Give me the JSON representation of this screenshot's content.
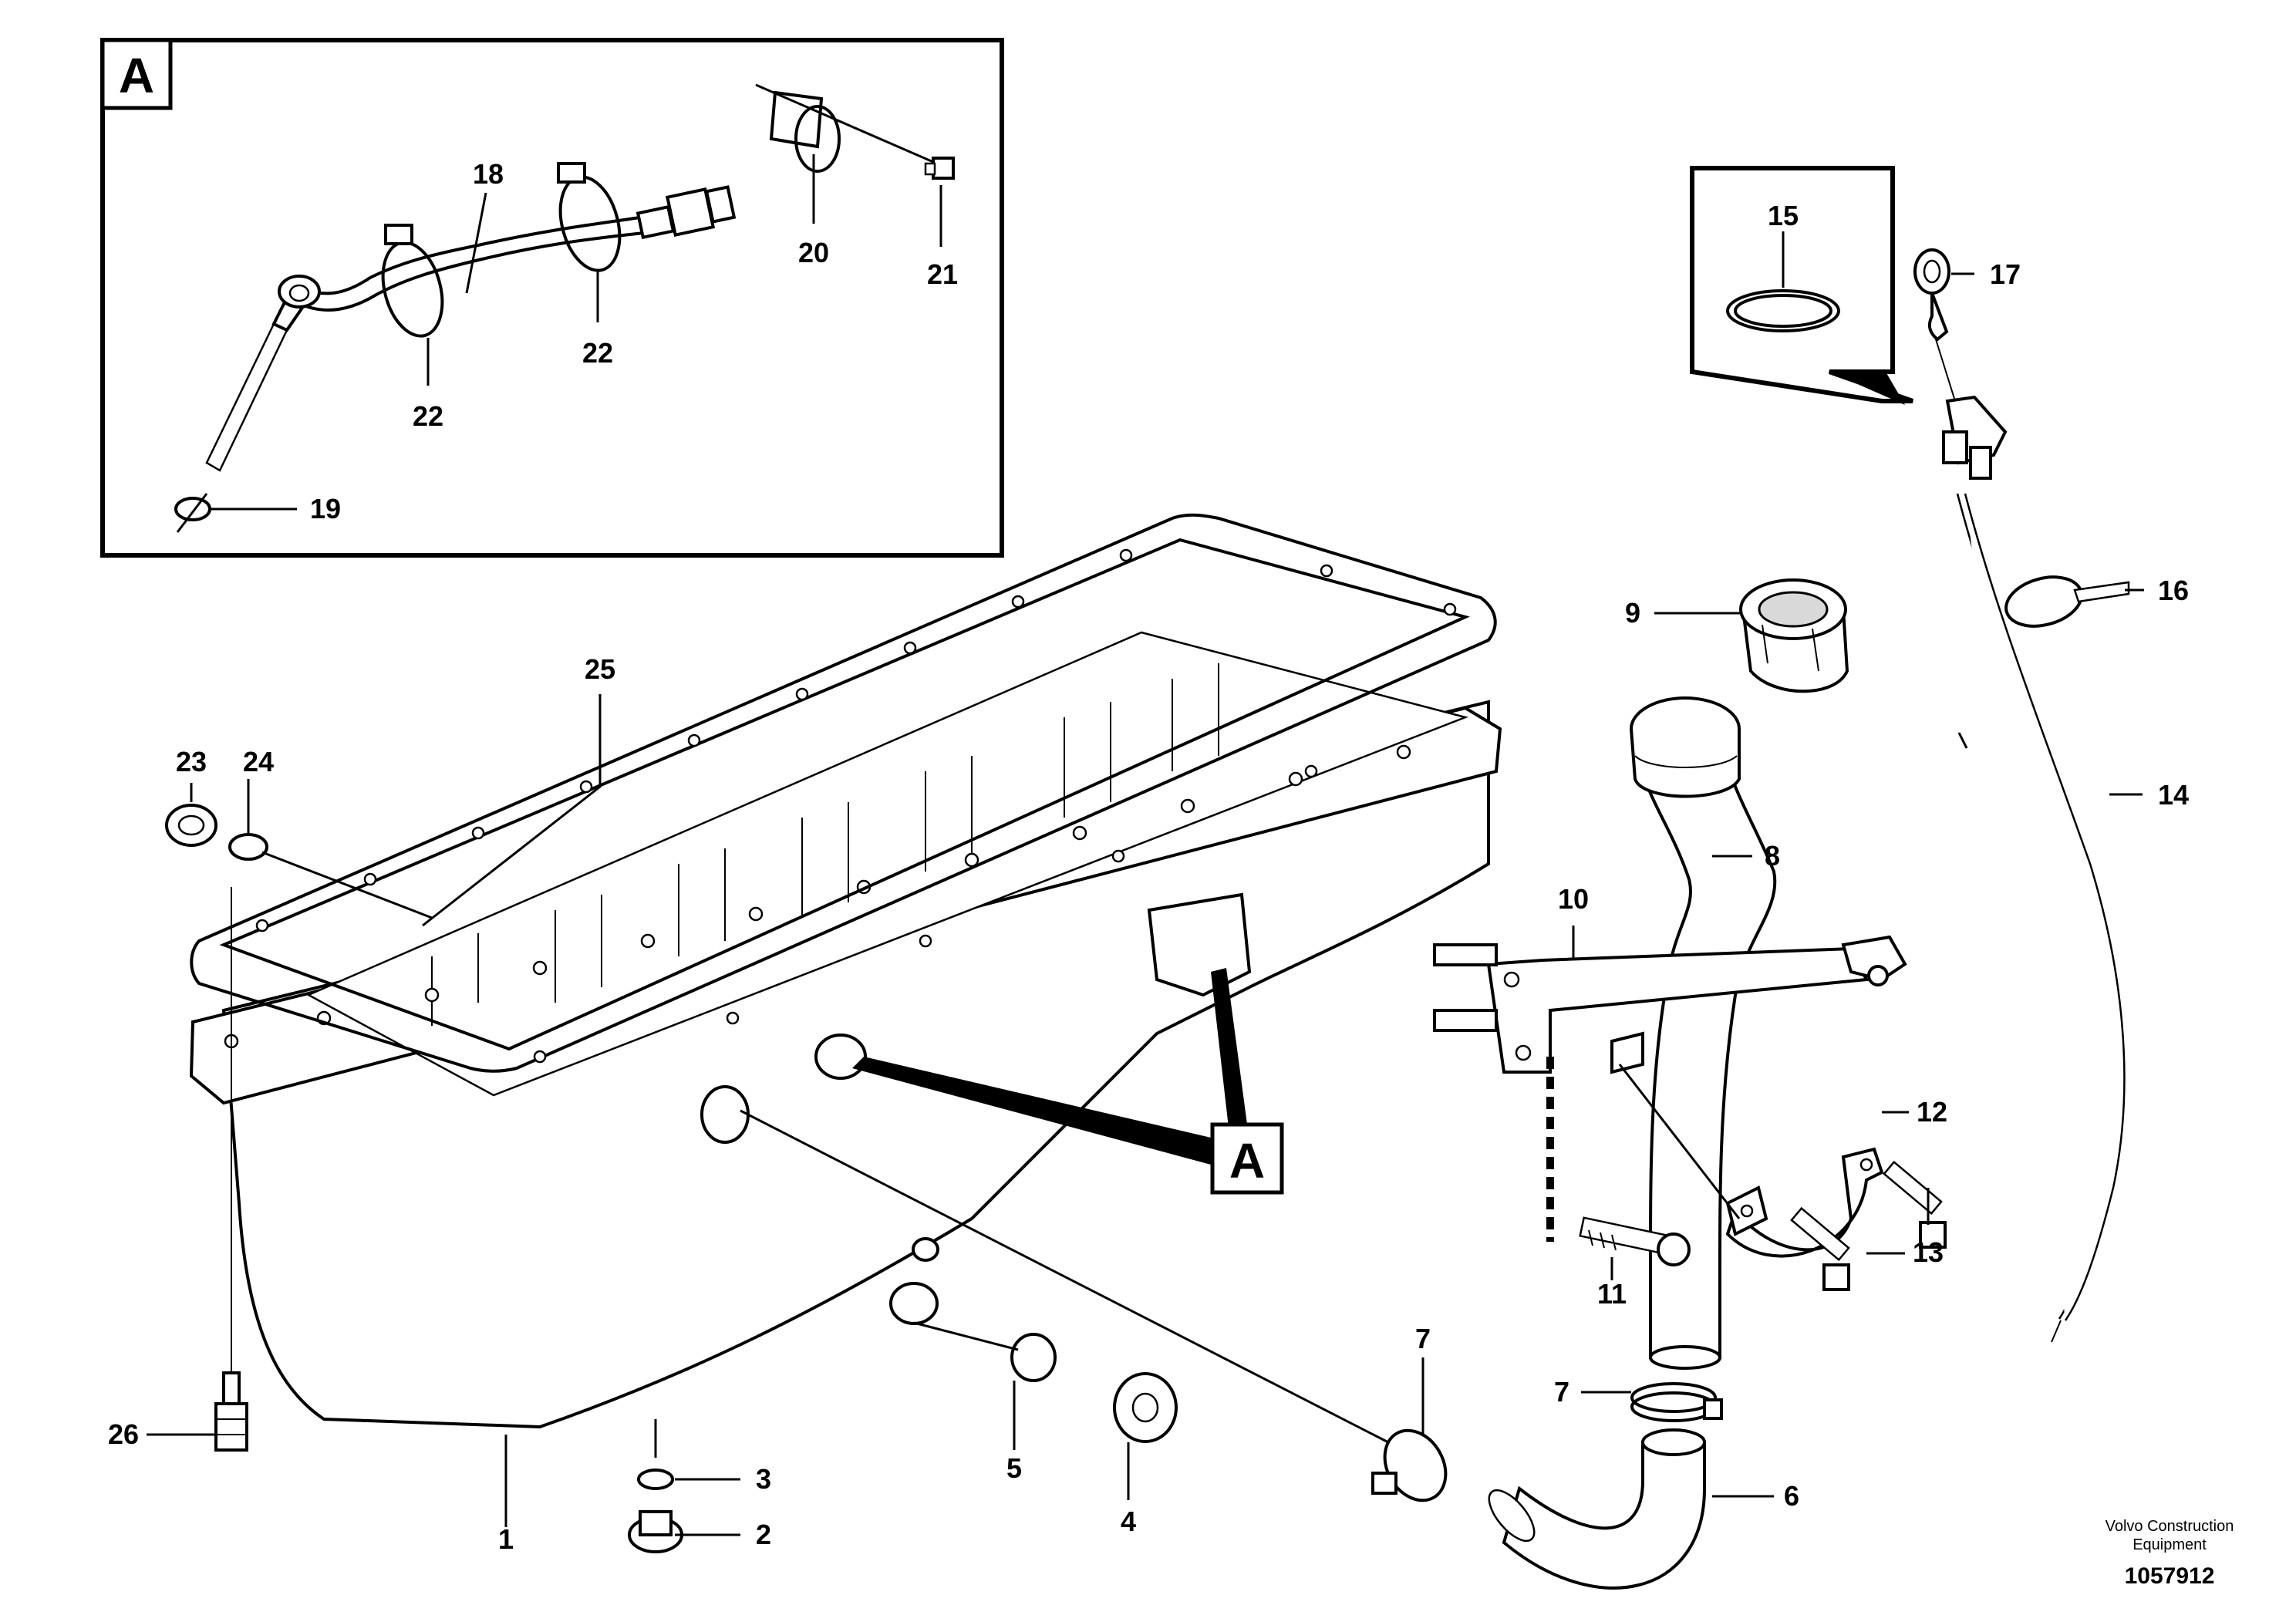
{
  "detail_view": {
    "tag": "A"
  },
  "ring_inset": {
    "callout": "15"
  },
  "section_marker": {
    "tag": "A"
  },
  "callouts": {
    "c1": "1",
    "c2": "2",
    "c3": "3",
    "c4": "4",
    "c5": "5",
    "c6": "6",
    "c7a": "7",
    "c7b": "7",
    "c8": "8",
    "c9": "9",
    "c10": "10",
    "c11": "11",
    "c12": "12",
    "c13": "13",
    "c14": "14",
    "c16": "16",
    "c17": "17",
    "c18": "18",
    "c19": "19",
    "c20": "20",
    "c21": "21",
    "c22a": "22",
    "c22b": "22",
    "c23": "23",
    "c24": "24",
    "c25": "25",
    "c26": "26"
  },
  "footer": {
    "brand_line1": "Volvo Construction",
    "brand_line2": "Equipment",
    "doc_number": "1057912"
  }
}
